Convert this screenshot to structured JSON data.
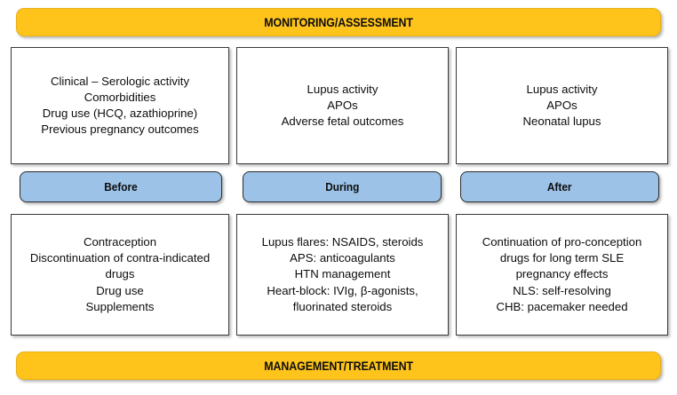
{
  "banners": {
    "top": "MONITORING/ASSESSMENT",
    "bottom": "MANAGEMENT/TREATMENT"
  },
  "colors": {
    "banner_yellow": "#FEC41C",
    "phase_blue": "#9CC2E7",
    "box_border": "#3A3A3A",
    "text": "#0D0D0D"
  },
  "phases": [
    {
      "id": "before",
      "label": "Before"
    },
    {
      "id": "during",
      "label": "During"
    },
    {
      "id": "after",
      "label": "After"
    }
  ],
  "monitoring": {
    "before": {
      "lines": [
        "Clinical – Serologic activity",
        "Comorbidities",
        "Drug use (HCQ, azathioprine)",
        "Previous pregnancy outcomes"
      ]
    },
    "during": {
      "lines": [
        "Lupus activity",
        "APOs",
        "Adverse fetal outcomes"
      ]
    },
    "after": {
      "lines": [
        "Lupus activity",
        "APOs",
        "Neonatal lupus"
      ]
    }
  },
  "management": {
    "before": {
      "lines": [
        "Contraception",
        "Discontinuation of contra-indicated drugs",
        "Drug use",
        "Supplements"
      ]
    },
    "during": {
      "lines": [
        "Lupus flares: NSAIDS, steroids",
        "APS: anticoagulants",
        "HTN management",
        "Heart-block: IVIg, β-agonists, fluorinated steroids"
      ]
    },
    "after": {
      "lines": [
        "Continuation of pro-conception drugs for long term SLE pregnancy effects",
        "NLS: self-resolving",
        "CHB: pacemaker needed"
      ]
    }
  }
}
